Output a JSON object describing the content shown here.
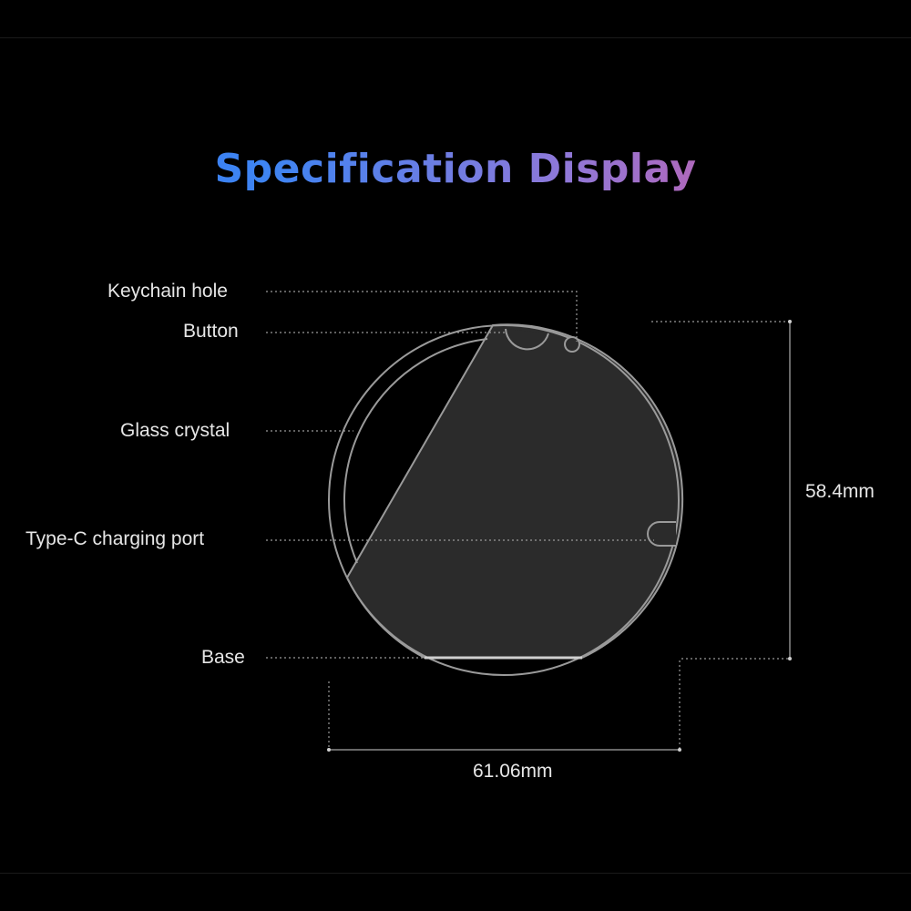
{
  "title": "Specification Display",
  "callouts": {
    "keychain_hole": "Keychain hole",
    "button": "Button",
    "glass_crystal": "Glass crystal",
    "charging_port": "Type-C charging port",
    "base": "Base"
  },
  "dimensions": {
    "height": "58.4mm",
    "width": "61.06mm"
  },
  "colors": {
    "background": "#000000",
    "body_fill": "#2b2b2b",
    "outline": "#9a9a9a",
    "title_gradient": [
      "#2f7cf6",
      "#8f78d8",
      "#e2508f"
    ]
  }
}
